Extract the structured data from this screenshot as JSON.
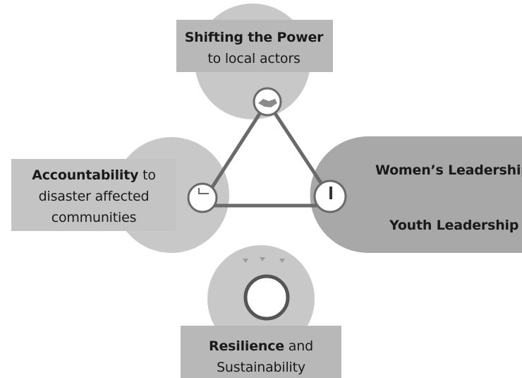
{
  "nodes": {
    "top": {
      "bold": "Shifting the Power",
      "rest": "to local actors"
    },
    "left": {
      "bold": "Accountability",
      "rest_1": " to",
      "line_2": "disaster affected",
      "line_3": "communities"
    },
    "right": {
      "line_1": "Women’s Leadership",
      "line_2": "Youth Leadership"
    },
    "bottom": {
      "bold": "Resilience",
      "rest_1": " and",
      "line_2": "Sustainability"
    }
  },
  "colors": {
    "light_gray": "#c8c8c8",
    "mid_gray": "#b4b4b4",
    "dark_gray": "#a4a4a4",
    "line": "#6a6a6a"
  }
}
